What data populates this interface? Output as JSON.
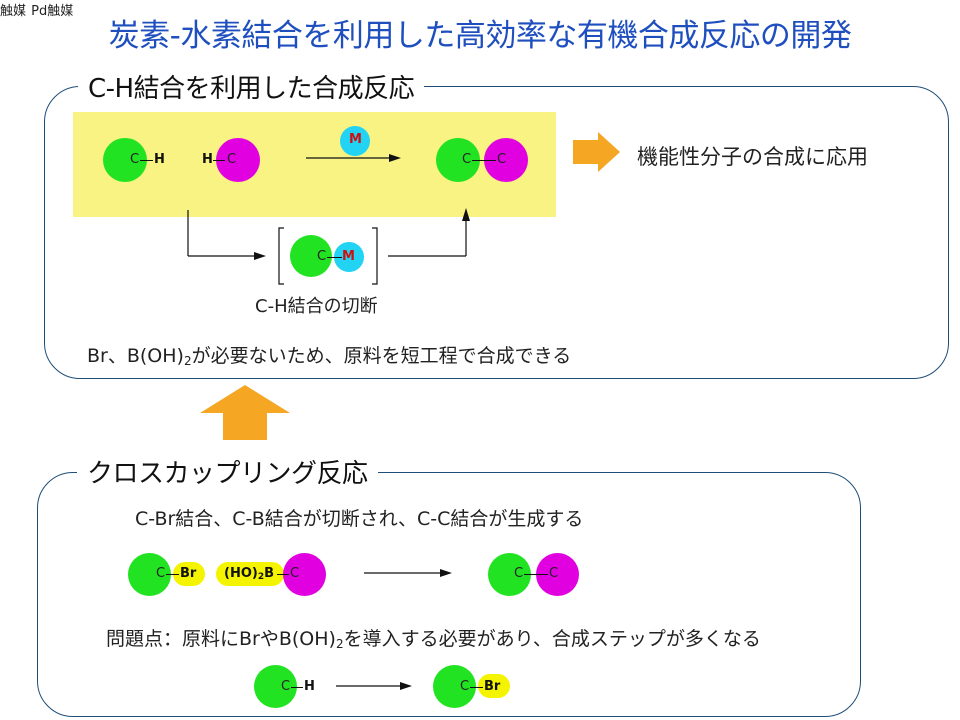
{
  "slide": {
    "title": "炭素-水素結合を利用した高効率な有機合成反応の開発"
  },
  "top_panel": {
    "heading": "C-H結合を利用した合成反応",
    "reaction": {
      "reactant1": {
        "atom": "C",
        "partner": "H"
      },
      "reactant2": {
        "partner": "H",
        "atom": "C"
      },
      "catalyst_label": "触媒",
      "catalyst_symbol": "M",
      "product": {
        "left": "C",
        "right": "C"
      }
    },
    "intermediate": {
      "atom": "C",
      "metal": "M",
      "caption": "C-H結合の切断"
    },
    "application": "機能性分子の合成に応用",
    "note_prefix": "Br、B(OH)",
    "note_sub": "2",
    "note_suffix": "が必要ないため、原料を短工程で合成できる"
  },
  "bottom_panel": {
    "heading": "クロスカップリング反応",
    "description": "C-Br結合、C-B結合が切断され、C-C結合が生成する",
    "reaction": {
      "reactant1": {
        "atom": "C",
        "group": "Br"
      },
      "reactant2": {
        "group_prefix": "(HO)",
        "group_sub": "2",
        "group_suffix": "B",
        "atom": "C"
      },
      "catalyst_label": "Pd触媒",
      "product": {
        "left": "C",
        "right": "C"
      }
    },
    "problem_prefix": "問題点：原料にBrやB(OH)",
    "problem_sub": "2",
    "problem_suffix": "を導入する必要があり、合成ステップが多くなる",
    "extra_step": {
      "reactant": {
        "atom": "C",
        "partner": "H"
      },
      "product": {
        "atom": "C",
        "group": "Br"
      }
    }
  },
  "colors": {
    "title": "#1f4fbf",
    "panel_border": "#1f4e79",
    "highlight": "#f8f383",
    "arrow_orange": "#f5a623",
    "carbon_green": "#21e321",
    "carbon_magenta": "#e000e0",
    "metal_cyan": "#22d3f3",
    "group_yellow": "#f4f400"
  }
}
